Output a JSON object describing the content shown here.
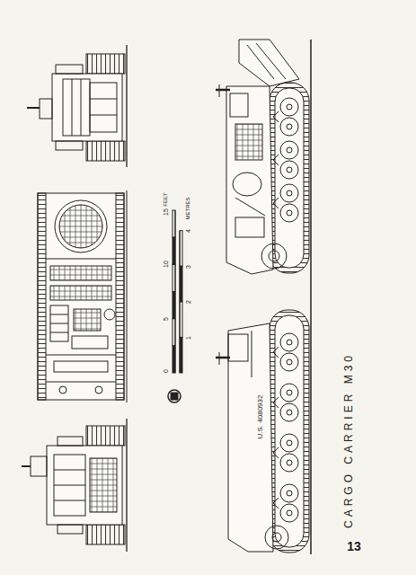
{
  "diagram": {
    "title": "CARGO CARRIER M30",
    "labels": [
      "13",
      "FEET",
      "15",
      "10",
      "5",
      "0",
      "METRES",
      "4",
      "3",
      "2",
      "1",
      "U.S. 4080932"
    ]
  }
}
